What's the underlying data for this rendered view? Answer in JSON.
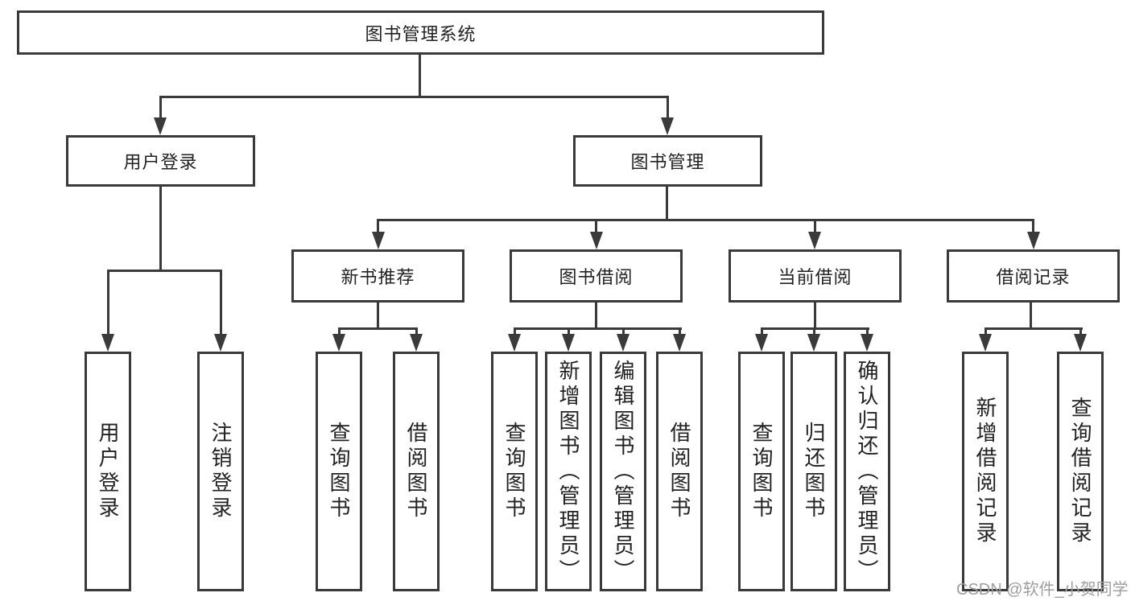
{
  "diagram": {
    "root": "图书管理系统",
    "level2": {
      "user_login": "用户登录",
      "book_mgmt": "图书管理"
    },
    "level3": {
      "new_book": "新书推荐",
      "book_borrow": "图书借阅",
      "current_borrow": "当前借阅",
      "borrow_record": "借阅记录"
    },
    "leaves": {
      "user_login": [
        "用户登录",
        "注销登录"
      ],
      "new_book": [
        "查询图书",
        "借阅图书"
      ],
      "book_borrow": [
        "查询图书",
        "新增图书（管理员）",
        "编辑图书（管理员）",
        "借阅图书"
      ],
      "current_borrow": [
        "查询图书",
        "归还图书",
        "确认归还（管理员）"
      ],
      "borrow_record": [
        "新增借阅记录",
        "查询借阅记录"
      ]
    }
  },
  "watermark": "CSDN @软件_小贺同学",
  "colors": {
    "line": "#3a3a3a",
    "text": "#222222",
    "watermark": "#9e9e9e",
    "background": "#ffffff"
  }
}
